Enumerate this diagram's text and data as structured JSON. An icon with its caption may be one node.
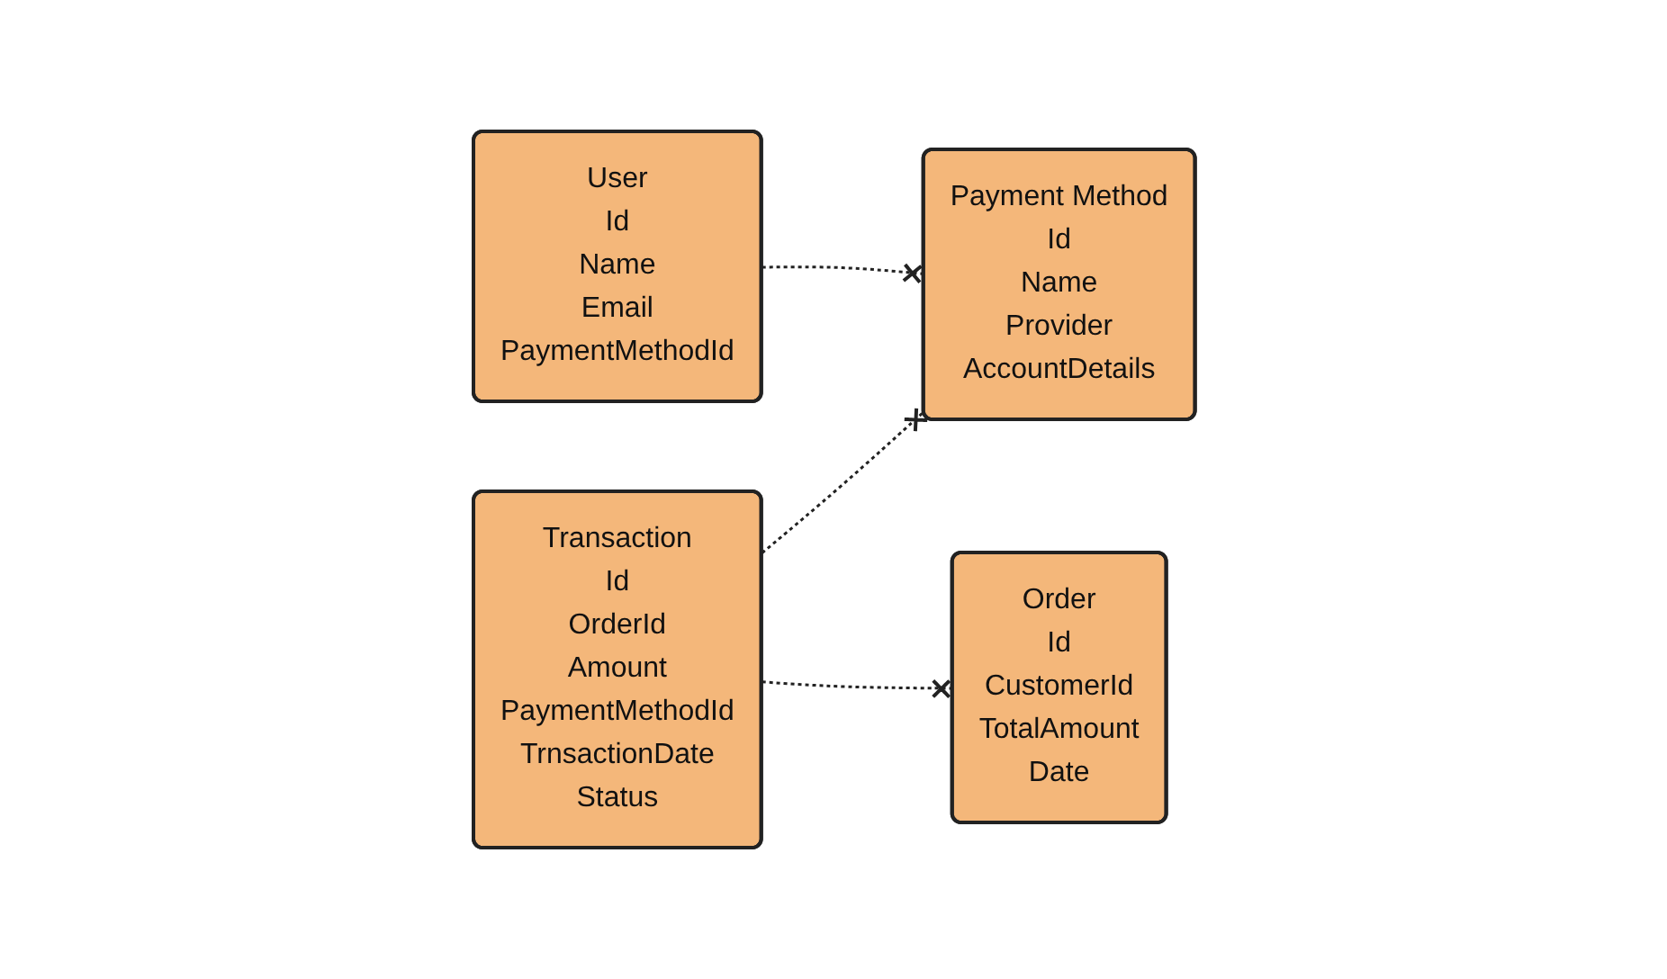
{
  "diagram": {
    "nodes": [
      {
        "text": [
          "Transaction",
          "Id",
          "OrderId",
          "Amount",
          "PaymentMethodId",
          "TrnsactionDate",
          "Status"
        ]
      },
      {
        "text": [
          "User",
          "Id",
          "Name",
          "Email",
          "PaymentMethodId"
        ]
      },
      {
        "text": [
          "Payment Method",
          "Id",
          "Name",
          "Provider",
          "AccountDetails"
        ]
      },
      {
        "text": [
          "Order",
          "Id",
          "CustomerId",
          "TotalAmount",
          "Date"
        ]
      }
    ],
    "edges": [
      {
        "from": 0,
        "to": 2,
        "arrow": "other",
        "style": "dashed"
      },
      {
        "from": 1,
        "to": 2,
        "arrow": "other",
        "style": "dashed"
      },
      {
        "from": 0,
        "to": 3,
        "arrow": "other",
        "style": "dashed"
      }
    ]
  }
}
